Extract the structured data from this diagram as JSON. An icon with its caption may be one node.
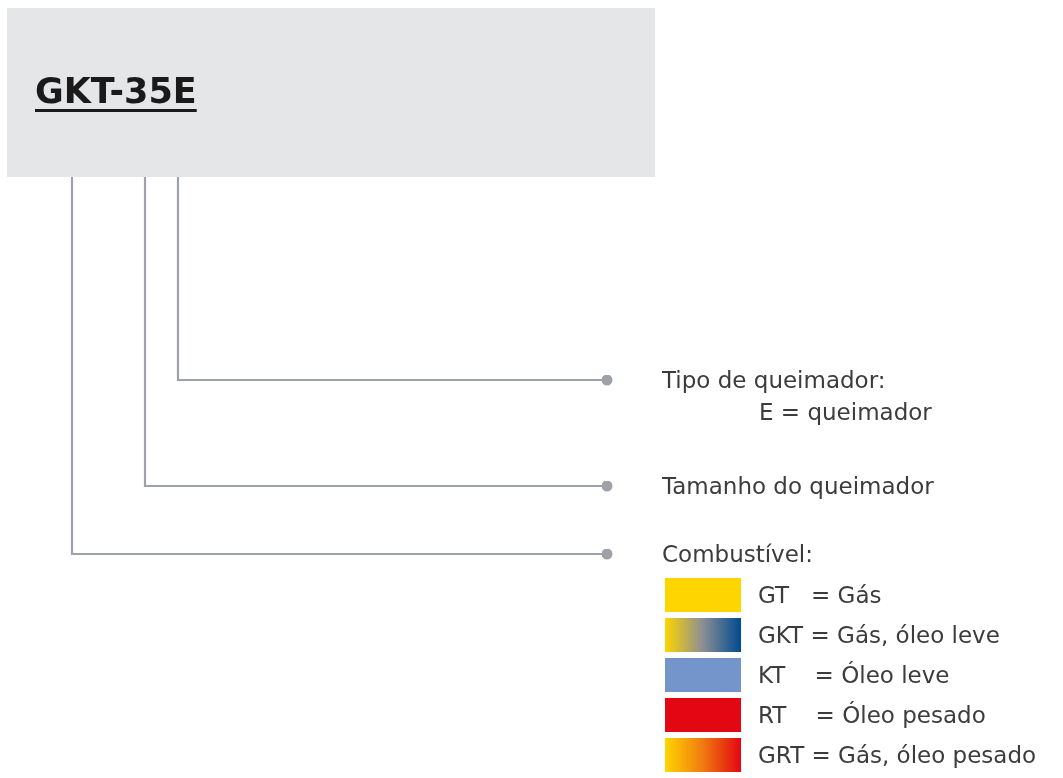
{
  "diagram": {
    "nodes": [
      {
        "text": [
          "GKT-35E"
        ]
      },
      {
        "text": [
          "Tipo de queimador:",
          "E = queimador"
        ]
      },
      {
        "text": [
          "Tamanho do queimador"
        ]
      },
      {
        "text": [
          "Combustível:"
        ]
      }
    ],
    "edges": [
      {
        "from": 0,
        "to": 1,
        "arrow": "other"
      },
      {
        "from": 0,
        "to": 2,
        "arrow": "other"
      },
      {
        "from": 0,
        "to": 3,
        "arrow": "other"
      }
    ],
    "legend": [
      {
        "text": "GT   = Gás",
        "color": "#ffd500"
      },
      {
        "text": "GKT = Gás, óleo leve"
      },
      {
        "text": "KT    = Óleo leve",
        "color": "#7494cc"
      },
      {
        "text": "RT    = Óleo pesado",
        "color": "#e30613"
      },
      {
        "text": "GRT = Gás, óleo pesado"
      }
    ]
  }
}
